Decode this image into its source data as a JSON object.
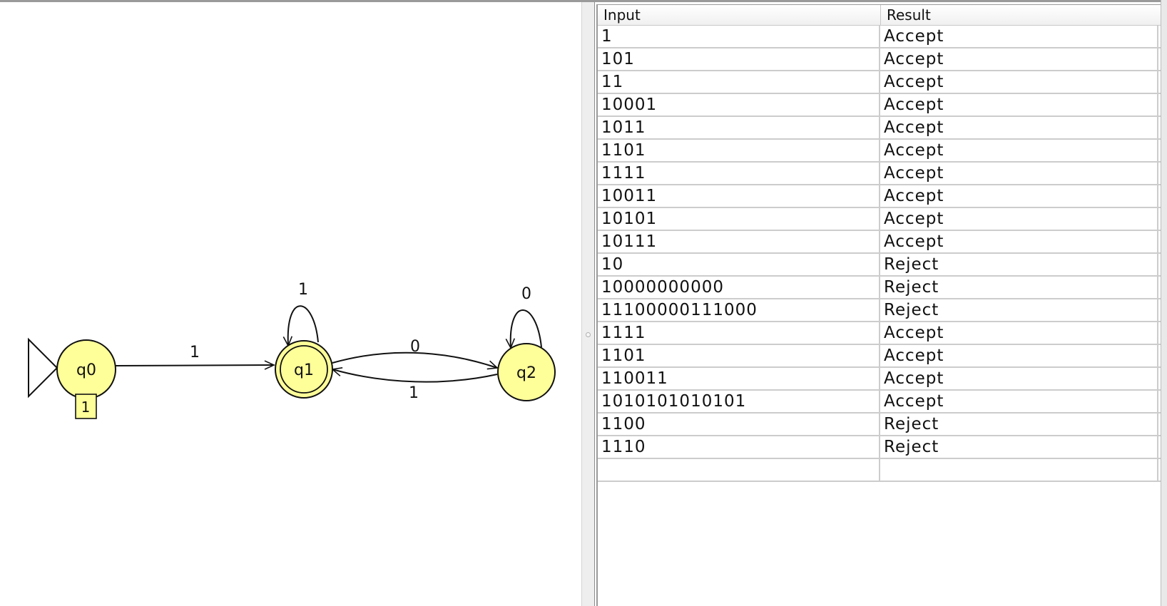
{
  "automaton": {
    "states": [
      {
        "name": "q0",
        "initial": true,
        "final": false,
        "note": "1"
      },
      {
        "name": "q1",
        "initial": false,
        "final": true
      },
      {
        "name": "q2",
        "initial": false,
        "final": false
      }
    ],
    "transitions": [
      {
        "from": "q0",
        "to": "q1",
        "label": "1"
      },
      {
        "from": "q1",
        "to": "q1",
        "label": "1"
      },
      {
        "from": "q1",
        "to": "q2",
        "label": "0"
      },
      {
        "from": "q2",
        "to": "q1",
        "label": "1"
      },
      {
        "from": "q2",
        "to": "q2",
        "label": "0"
      }
    ]
  },
  "table": {
    "headers": [
      "Input",
      "Result"
    ],
    "rows": [
      {
        "input": "1",
        "result": "Accept"
      },
      {
        "input": "101",
        "result": "Accept"
      },
      {
        "input": "11",
        "result": "Accept"
      },
      {
        "input": "10001",
        "result": "Accept"
      },
      {
        "input": "1011",
        "result": "Accept"
      },
      {
        "input": "1101",
        "result": "Accept"
      },
      {
        "input": "1111",
        "result": "Accept"
      },
      {
        "input": "10011",
        "result": "Accept"
      },
      {
        "input": "10101",
        "result": "Accept"
      },
      {
        "input": "10111",
        "result": "Accept"
      },
      {
        "input": "10",
        "result": "Reject"
      },
      {
        "input": "10000000000",
        "result": "Reject"
      },
      {
        "input": "11100000111000",
        "result": "Reject"
      },
      {
        "input": "1111",
        "result": "Accept"
      },
      {
        "input": "1101",
        "result": "Accept"
      },
      {
        "input": "110011",
        "result": "Accept"
      },
      {
        "input": "1010101010101",
        "result": "Accept"
      },
      {
        "input": "1100",
        "result": "Reject"
      },
      {
        "input": "1110",
        "result": "Reject"
      },
      {
        "input": "",
        "result": ""
      }
    ]
  },
  "colors": {
    "state_fill": "#ffff99",
    "note_fill": "#ffff99",
    "stroke": "#111111",
    "grid": "#cccccc"
  }
}
